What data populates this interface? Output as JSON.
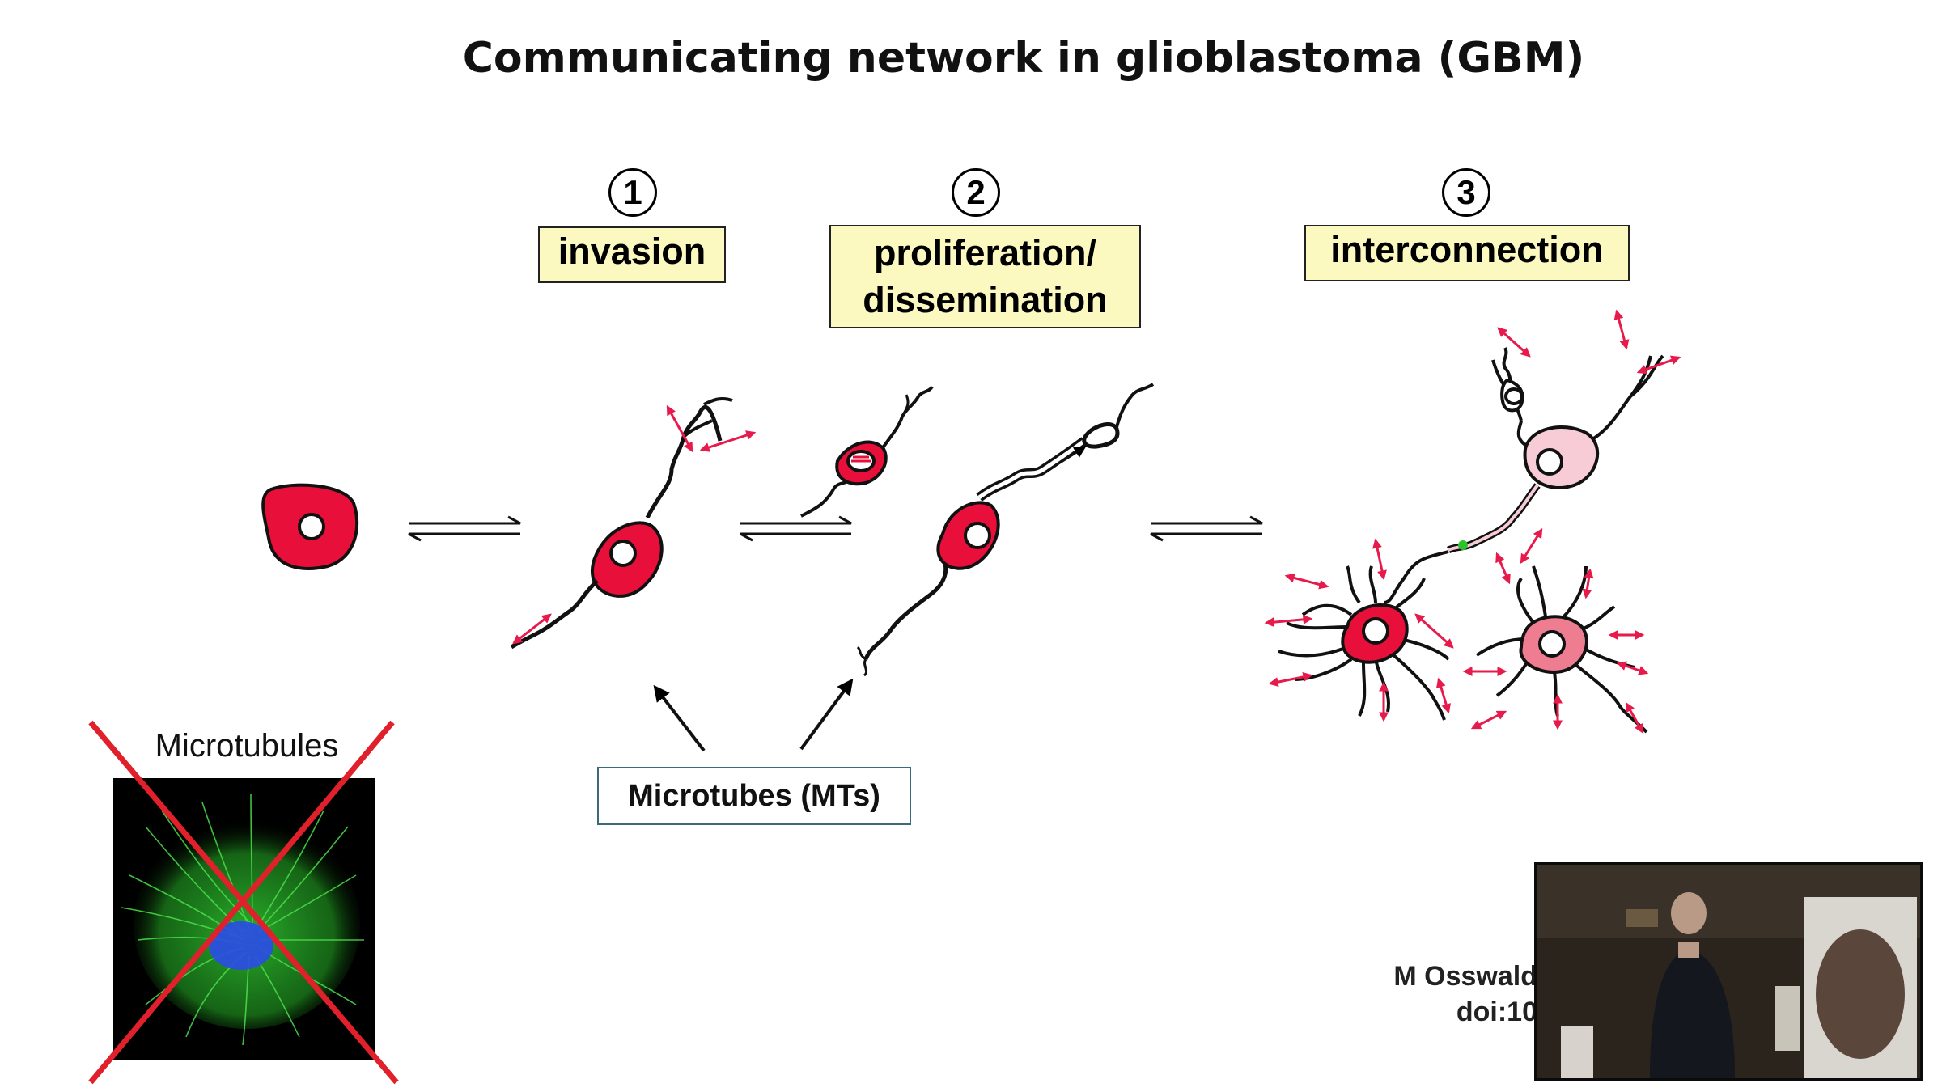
{
  "title": "Communicating network in glioblastoma (GBM)",
  "steps": [
    {
      "number": "1",
      "label": "invasion"
    },
    {
      "number": "2",
      "label_line1": "proliferation/",
      "label_line2": "dissemination"
    },
    {
      "number": "3",
      "label": "interconnection"
    }
  ],
  "microtubes_label": "Microtubes (MTs)",
  "microtubules_caption": "Microtubules",
  "citation": {
    "line1": "M Osswald",
    "line2": "doi:10"
  },
  "colors": {
    "cell_red": "#e8103a",
    "cell_pink": "#f7ccd6",
    "cell_rose": "#ef7d92",
    "arrow_red": "#e61a4b",
    "label_yellow": "#fbf8c0",
    "cross_red": "#e0202a",
    "tubulin_green": "#2fc22f",
    "nucleus_blue": "#2a4be8"
  }
}
